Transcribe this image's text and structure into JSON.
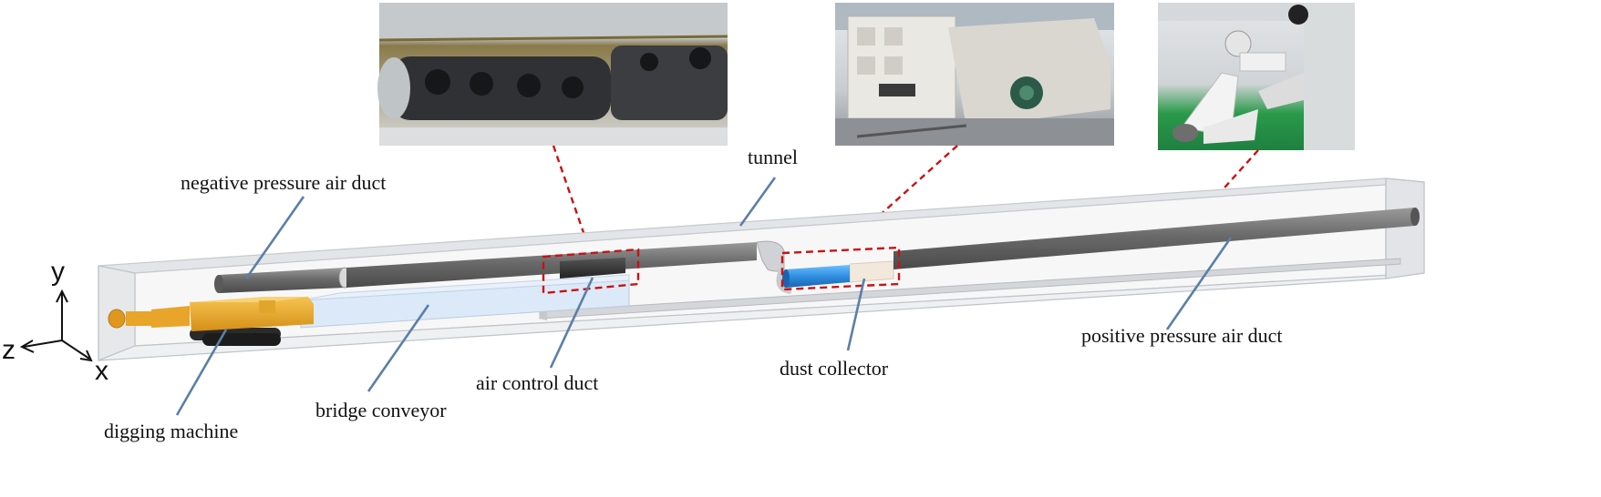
{
  "labels": {
    "tunnel": "tunnel",
    "negative_duct": "negative pressure air duct",
    "positive_duct": "positive pressure air duct",
    "air_control_duct": "air control duct",
    "dust_collector": "dust collector",
    "bridge_conveyor": "bridge conveyor",
    "digging_machine": "digging machine"
  },
  "axes": {
    "x": "x",
    "y": "y",
    "z": "z"
  },
  "colors": {
    "duct": "#6b6b6b",
    "machine": "#e8a52a",
    "dust_collector": "#2f8fe0",
    "callout": "#cc1111",
    "leader": "#5b7fa8"
  }
}
